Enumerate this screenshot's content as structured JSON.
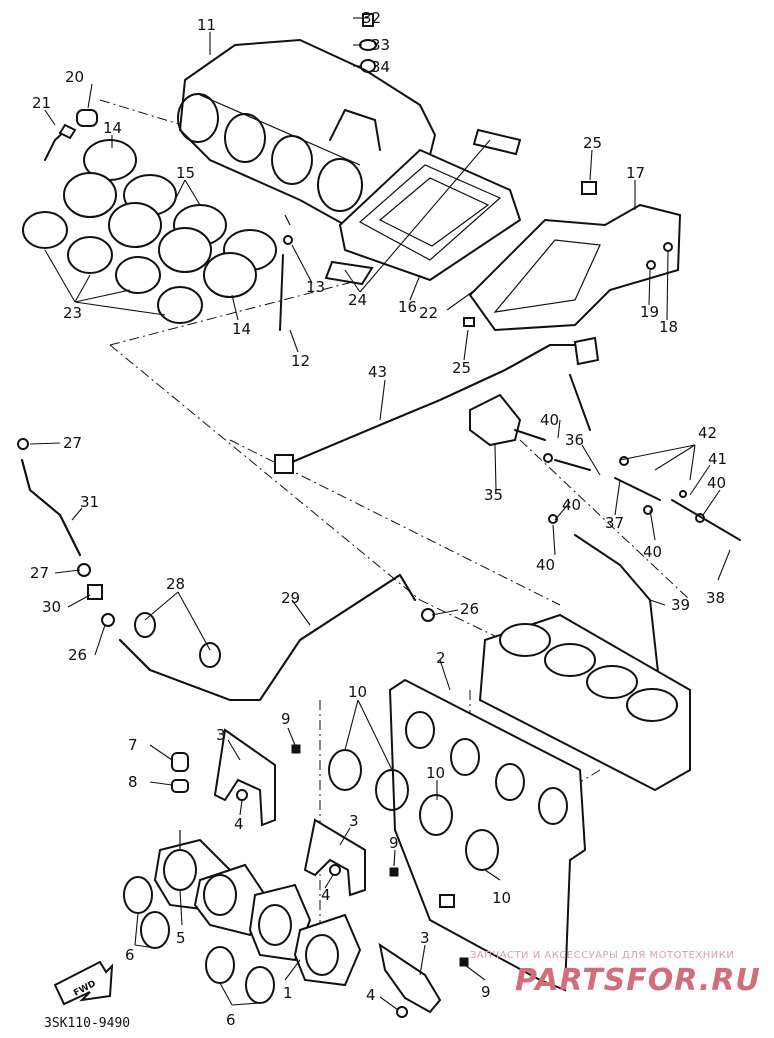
{
  "part_numbers": {
    "p1": "1",
    "p2": "2",
    "p3a": "3",
    "p3b": "3",
    "p3c": "3",
    "p4a": "4",
    "p4b": "4",
    "p4c": "4",
    "p5": "5",
    "p6a": "6",
    "p6b": "6",
    "p7": "7",
    "p8": "8",
    "p9a": "9",
    "p9b": "9",
    "p9c": "9",
    "p10a": "10",
    "p10b": "10",
    "p10c": "10",
    "p11": "11",
    "p12": "12",
    "p13": "13",
    "p14a": "14",
    "p14b": "14",
    "p15": "15",
    "p16": "16",
    "p17": "17",
    "p18": "18",
    "p19": "19",
    "p20": "20",
    "p21": "21",
    "p22": "22",
    "p23": "23",
    "p24": "24",
    "p25a": "25",
    "p25b": "25",
    "p26a": "26",
    "p26b": "26",
    "p27a": "27",
    "p27b": "27",
    "p28": "28",
    "p29": "29",
    "p30": "30",
    "p31": "31",
    "p32": "32",
    "p33": "33",
    "p34": "34",
    "p35": "35",
    "p36": "36",
    "p37": "37",
    "p38": "38",
    "p39": "39",
    "p40a": "40",
    "p40b": "40",
    "p40c": "40",
    "p40d": "40",
    "p40e": "40",
    "p41": "41",
    "p42": "42",
    "p43": "43"
  },
  "diagram_code": "3SK110-9490",
  "fwd_label": "FWD",
  "watermark": {
    "tagline": "ЗАПЧАСТИ И АКСЕССУАРЫ ДЛЯ МОТОТЕХНИКИ",
    "brand": "PARTSFOR.RU"
  }
}
